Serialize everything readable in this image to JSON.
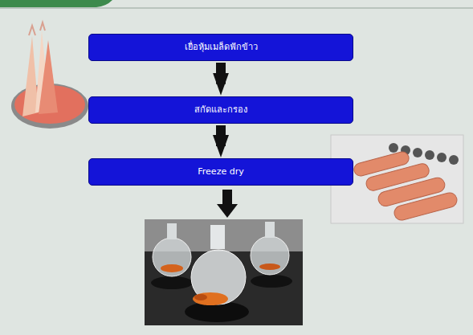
{
  "diagram": {
    "nodes": [
      {
        "text": [
          "เยื่อหุ้มเมล็ดฟักข้าว"
        ]
      },
      {
        "text": [
          "สกัดและกรอง"
        ]
      },
      {
        "text": [
          "Freeze dry"
        ]
      }
    ],
    "edges": [
      {
        "from": 0,
        "to": 1,
        "arrow": "to"
      },
      {
        "from": 1,
        "to": 2,
        "arrow": "to"
      }
    ]
  }
}
